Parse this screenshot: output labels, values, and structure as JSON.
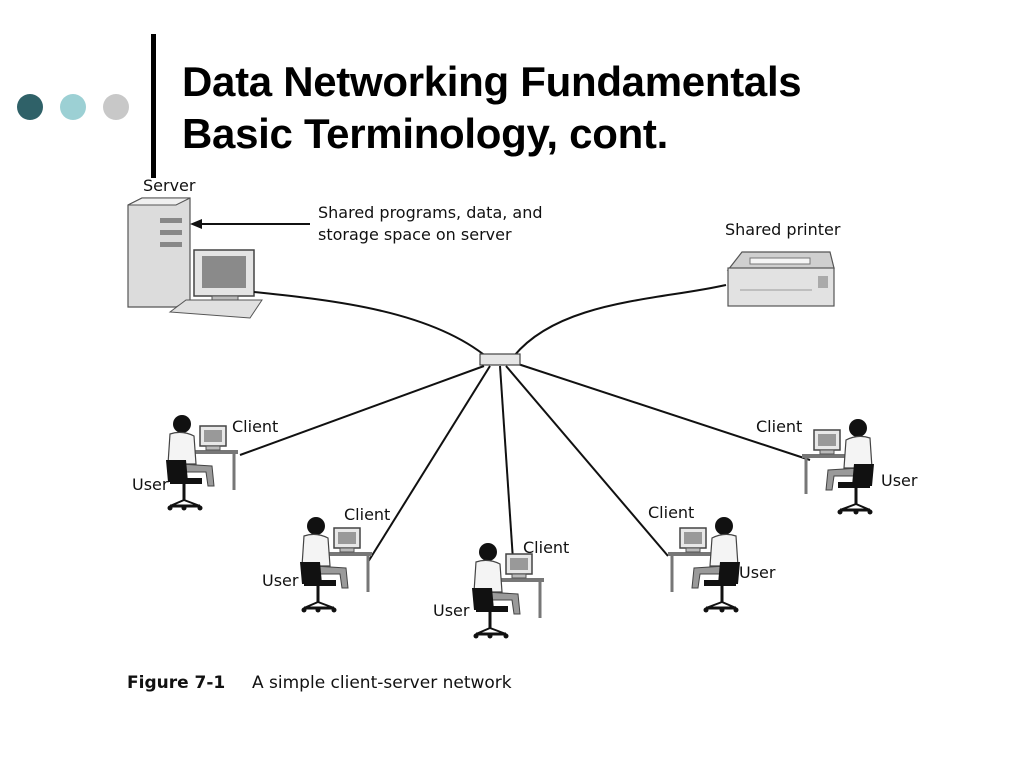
{
  "slide": {
    "title_line1": "Data Networking Fundamentals",
    "title_line2": "Basic Terminology, cont.",
    "accent_colors": [
      "#2f6168",
      "#9cd0d4",
      "#c8c8c8"
    ]
  },
  "figure": {
    "server_label": "Server",
    "server_note_line1": "Shared programs, data, and",
    "server_note_line2": "storage space on server",
    "printer_label": "Shared printer",
    "client_label": "Client",
    "user_label": "User",
    "caption_number": "Figure 7-1",
    "caption_text": "A simple client-server network"
  }
}
